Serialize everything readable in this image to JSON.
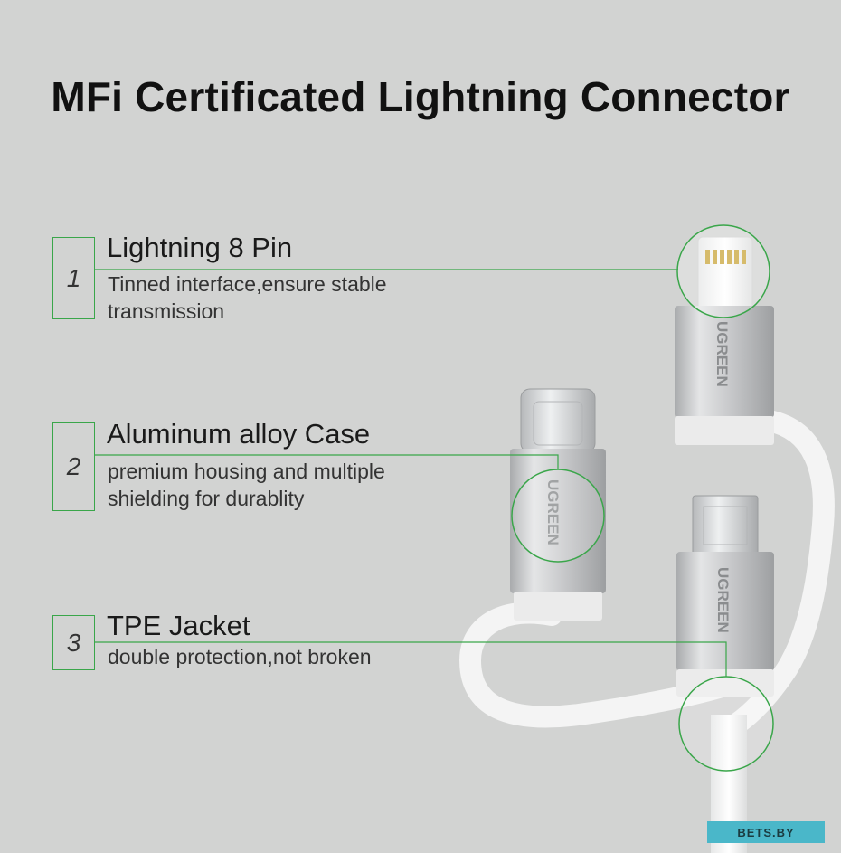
{
  "title": "MFi Certificated Lightning Connector",
  "features": [
    {
      "number": "1",
      "title": "Lightning 8 Pin",
      "desc_line1": "Tinned interface,ensure stable",
      "desc_line2": "transmission"
    },
    {
      "number": "2",
      "title": "Aluminum alloy Case",
      "desc_line1": "premium housing and multiple",
      "desc_line2": "shielding for durablity"
    },
    {
      "number": "3",
      "title": "TPE Jacket",
      "desc_line1": "double protection,not broken",
      "desc_line2": ""
    }
  ],
  "brand": "UGREEN",
  "watermark": "BETS.BY",
  "colors": {
    "background": "#d2d3d2",
    "accent": "#3aa64a"
  }
}
